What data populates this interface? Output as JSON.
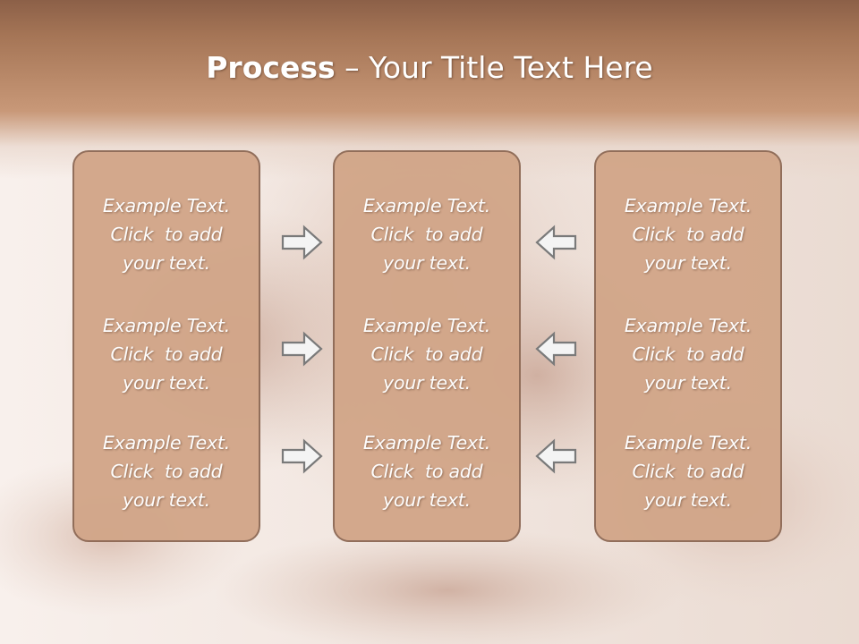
{
  "slide": {
    "title_bold": "Process",
    "title_rest": " – Your Title Text Here"
  },
  "columns": {
    "left": [
      {
        "line1": "Example Text.",
        "line2": "Click  to add",
        "line3": "your text."
      },
      {
        "line1": "Example Text.",
        "line2": "Click  to add",
        "line3": "your text."
      },
      {
        "line1": "Example Text.",
        "line2": "Click  to add",
        "line3": "your text."
      }
    ],
    "middle": [
      {
        "line1": "Example Text.",
        "line2": "Click  to add",
        "line3": "your text."
      },
      {
        "line1": "Example Text.",
        "line2": "Click  to add",
        "line3": "your text."
      },
      {
        "line1": "Example Text.",
        "line2": "Click  to add",
        "line3": "your text."
      }
    ],
    "right": [
      {
        "line1": "Example Text.",
        "line2": "Click  to add",
        "line3": "your text."
      },
      {
        "line1": "Example Text.",
        "line2": "Click  to add",
        "line3": "your text."
      },
      {
        "line1": "Example Text.",
        "line2": "Click  to add",
        "line3": "your text."
      }
    ]
  },
  "icons": {
    "left_arrows": "right-arrow-icon",
    "right_arrows": "left-arrow-icon"
  },
  "colors": {
    "title_band": "#a57556",
    "box_fill": "#d2a689",
    "box_border": "#8e6a56",
    "arrow_fill": "#f4f4f4",
    "arrow_stroke": "#7a7a7a"
  }
}
